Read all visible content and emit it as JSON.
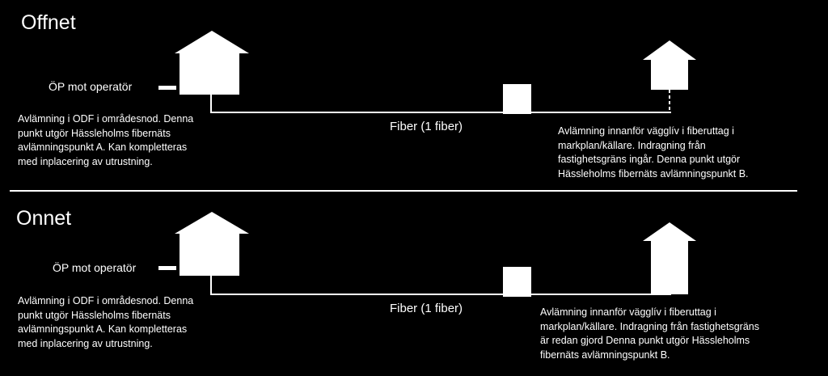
{
  "sections": [
    {
      "title": "Offnet",
      "operator_label": "ÖP mot operatör",
      "fiber_label": "Fiber (1 fiber)",
      "left_text": [
        "Avlämning i ODF i områdesnod. Denna",
        "punkt utgör Hässleholms fibernäts",
        "avlämningspunkt A. Kan kompletteras",
        "med inplacering av utrustning."
      ],
      "right_text": [
        "Avlämning innanför vägglív i fiberuttag i",
        "markplan/källare. Indragning från",
        "fastighetsgräns ingår. Denna punkt utgör",
        "Hässleholms fibernäts avlämningspunkt B."
      ]
    },
    {
      "title": "Onnet",
      "operator_label": "ÖP mot operatör",
      "fiber_label": "Fiber (1 fiber)",
      "left_text": [
        "Avlämning i ODF i områdesnod. Denna",
        "punkt utgör Hässleholms fibernäts",
        "avlämningspunkt A. Kan kompletteras",
        "med inplacering av utrustning."
      ],
      "right_text": [
        "Avlämning innanför vägglív i fiberuttag i",
        "markplan/källare. Indragning från fastighetsgräns",
        "är redan gjord Denna punkt utgör Hässleholms",
        "fibernäts avlämningspunkt B."
      ]
    }
  ]
}
